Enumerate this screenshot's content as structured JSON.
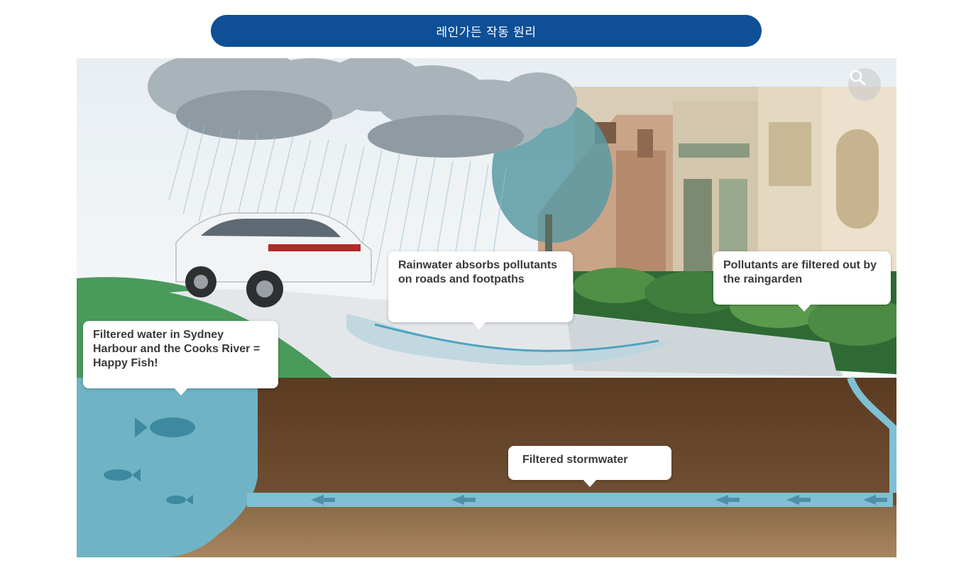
{
  "header": {
    "title": "레인가든 작동 원리"
  },
  "callouts": {
    "fish": "Filtered water in Sydney Harbour and the Cooks River = Happy Fish!",
    "rainwater": "Rainwater absorbs pollutants on roads and footpaths",
    "pollutants": "Pollutants are filtered out by the raingarden",
    "stormwater": "Filtered stormwater"
  },
  "icons": {
    "zoom": "zoom-in-icon"
  },
  "colors": {
    "title_bg": "#0e4f96",
    "water": "#6fb3c4",
    "soil": "#6b4a2f",
    "grass": "#4a9a5c"
  }
}
